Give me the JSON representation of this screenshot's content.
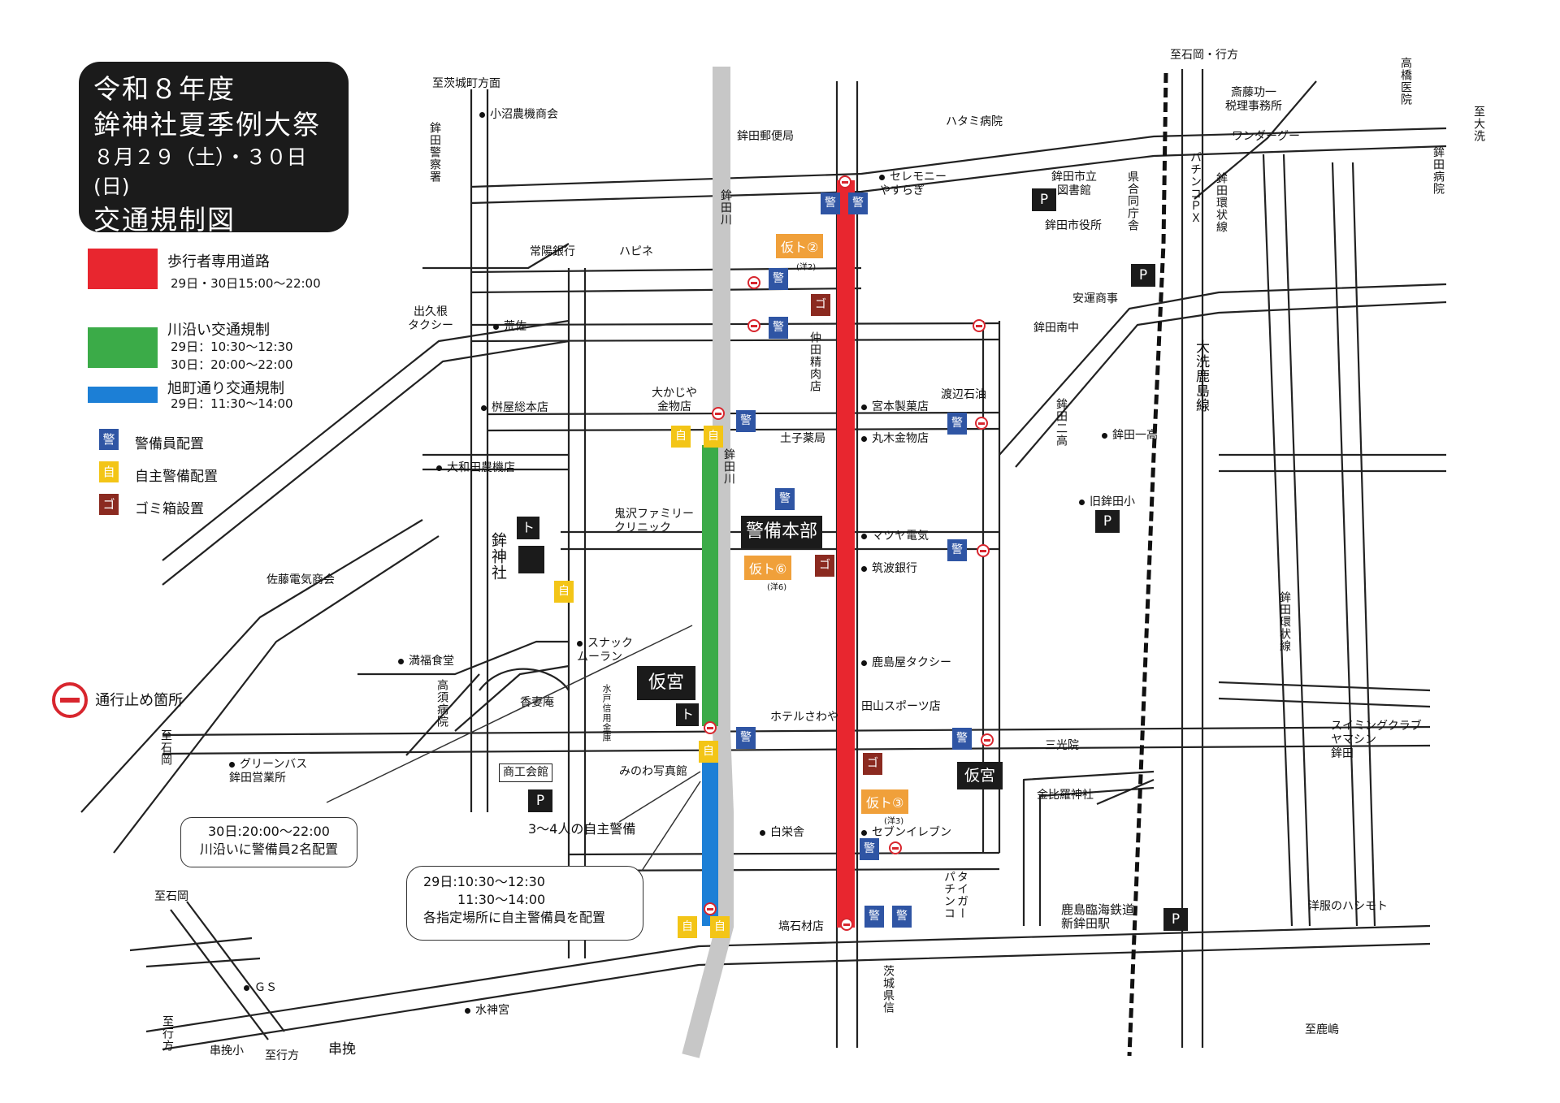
{
  "title": {
    "line1": "令和８年度",
    "line2": "鉾神社夏季例大祭",
    "line3": "８月２９（土）・３０日(日)",
    "line4": "交通規制図"
  },
  "legend": {
    "pedestrian": {
      "label": "歩行者専用道路",
      "sub1": "29日・30日15:00～22:00",
      "color": "#e8262f"
    },
    "river": {
      "label": "川沿い交通規制",
      "sub1": "29日：10:30～12:30",
      "sub2": "30日：20:00～22:00",
      "color": "#3bab48"
    },
    "asahi": {
      "label": "旭町通り交通規制",
      "sub1": "29日：11:30～14:00",
      "color": "#1c7fd6"
    },
    "guard": {
      "label": "警備員配置",
      "glyph": "警",
      "color": "#2f55a4"
    },
    "self_guard": {
      "label": "自主警備配置",
      "glyph": "自",
      "color": "#f3c517"
    },
    "trash": {
      "label": "ゴミ箱設置",
      "glyph": "ゴ",
      "color": "#8b2a20"
    },
    "stop": {
      "label": "通行止め箇所",
      "icon": "road-closed-icon"
    }
  },
  "places": {
    "ibaraki_dir": "至茨城町方面",
    "konuma": "小沼農機商会",
    "hokota_police": "鉾田警察署",
    "hokota_post": "鉾田郵便局",
    "joyo": "常陽銀行",
    "hapine": "ハピネ",
    "hokota_river": "鉾田川",
    "idekune_taxi": "出久根\nタクシー",
    "arasa": "荒佐",
    "ookajiya": "大かじや\n金物店",
    "masuya": "桝屋総本店",
    "owada": "大和田農機店",
    "onizawa": "鬼沢ファミリー\nクリニック",
    "hoko_shrine": "鉾神社",
    "sato_denki": "佐藤電気商会",
    "manpuku": "満福食堂",
    "snack": "スナック\nムーラン",
    "kosu_hospital": "高須病院",
    "kabutei": "香妻庵",
    "mito_shinkin": "水戸信用金庫",
    "karimiya_left": "仮宮",
    "to_ishioka_left": "至石岡",
    "greenbus": "グリーンバス\n鉾田営業所",
    "shokokai": "商工会館",
    "minowa": "みのわ写真館",
    "to_ishioka_bottom": "至石岡",
    "gs": "ＧＳ",
    "suijingu": "水神宮",
    "to_namegata": "至行方",
    "kushibiki_sho": "串挽小",
    "to_namegata2": "至行方",
    "kushibiki": "串挽",
    "ceremony": "セレモニー\nやすらぎ",
    "nakata": "仲田精肉店",
    "tsuchiko": "土子薬局",
    "miyamoto": "宮本製菓店",
    "watanabe": "渡辺石油",
    "maruki": "丸木金物店",
    "honbu": "警備本部",
    "matsuya": "マツヤ電気",
    "tsukuba": "筑波銀行",
    "kashimaya": "鹿島屋タクシー",
    "hotel": "ホテルさわや",
    "tayama": "田山スポーツ店",
    "hakushosha": "白栄舎",
    "seven": "セブンイレブン",
    "tiger": "タイガー\nパチンコ",
    "tsukaishi": "塙石材店",
    "ibaraki_pref": "茨城県信",
    "hatami": "ハタミ病院",
    "library": "鉾田市立\n図書館",
    "city_office": "鉾田市役所",
    "godo": "県合同庁舎",
    "pachinko_px": "パチンコＰＸ",
    "kanjo1": "鉾田環状線",
    "to_ishioka_namegata": "至石岡・行方",
    "saito": "斎藤功一\n税理事務所",
    "wonder": "ワンダーグー",
    "takahashi": "高橋医院",
    "to_oarai": "至大洗",
    "hokota_hospital": "鉾田病院",
    "anzen": "安運商事",
    "hokota_minami": "鉾田南中",
    "oarai_line": "大洗鹿島線",
    "hokota_ni": "鉾田二高",
    "hokota_ichi": "鉾田一高",
    "old_hokota": "旧鉾田小",
    "kanjo2": "鉾田環状線",
    "swimming": "スイミングクラブ\nヤマシン\n鉾田",
    "sankoin": "三光院",
    "karimiya_right": "仮宮",
    "konpira": "金比羅神社",
    "station": "鹿島臨海鉄道\n新鉾田駅",
    "hashimoto": "洋服のハシモト",
    "to_kashima": "至鹿嶋"
  },
  "temp_toilets": [
    {
      "label": "仮ト②",
      "sub": "(洋2)"
    },
    {
      "label": "仮ト⑥",
      "sub": "(洋6)"
    },
    {
      "label": "仮ト③",
      "sub": "(洋3)"
    }
  ],
  "badges": {
    "guard": "警",
    "self": "自",
    "trash": "ゴ",
    "parking": "P",
    "toilet": "ト"
  },
  "notes": {
    "n1_l1": "30日:20:00～22:00",
    "n1_l2": "川沿いに警備員2名配置",
    "n2": "3～4人の自主警備",
    "n3_l1": "29日:10:30～12:30",
    "n3_l2": "11:30～14:00",
    "n3_l3": "各指定場所に自主警備員を配置"
  }
}
